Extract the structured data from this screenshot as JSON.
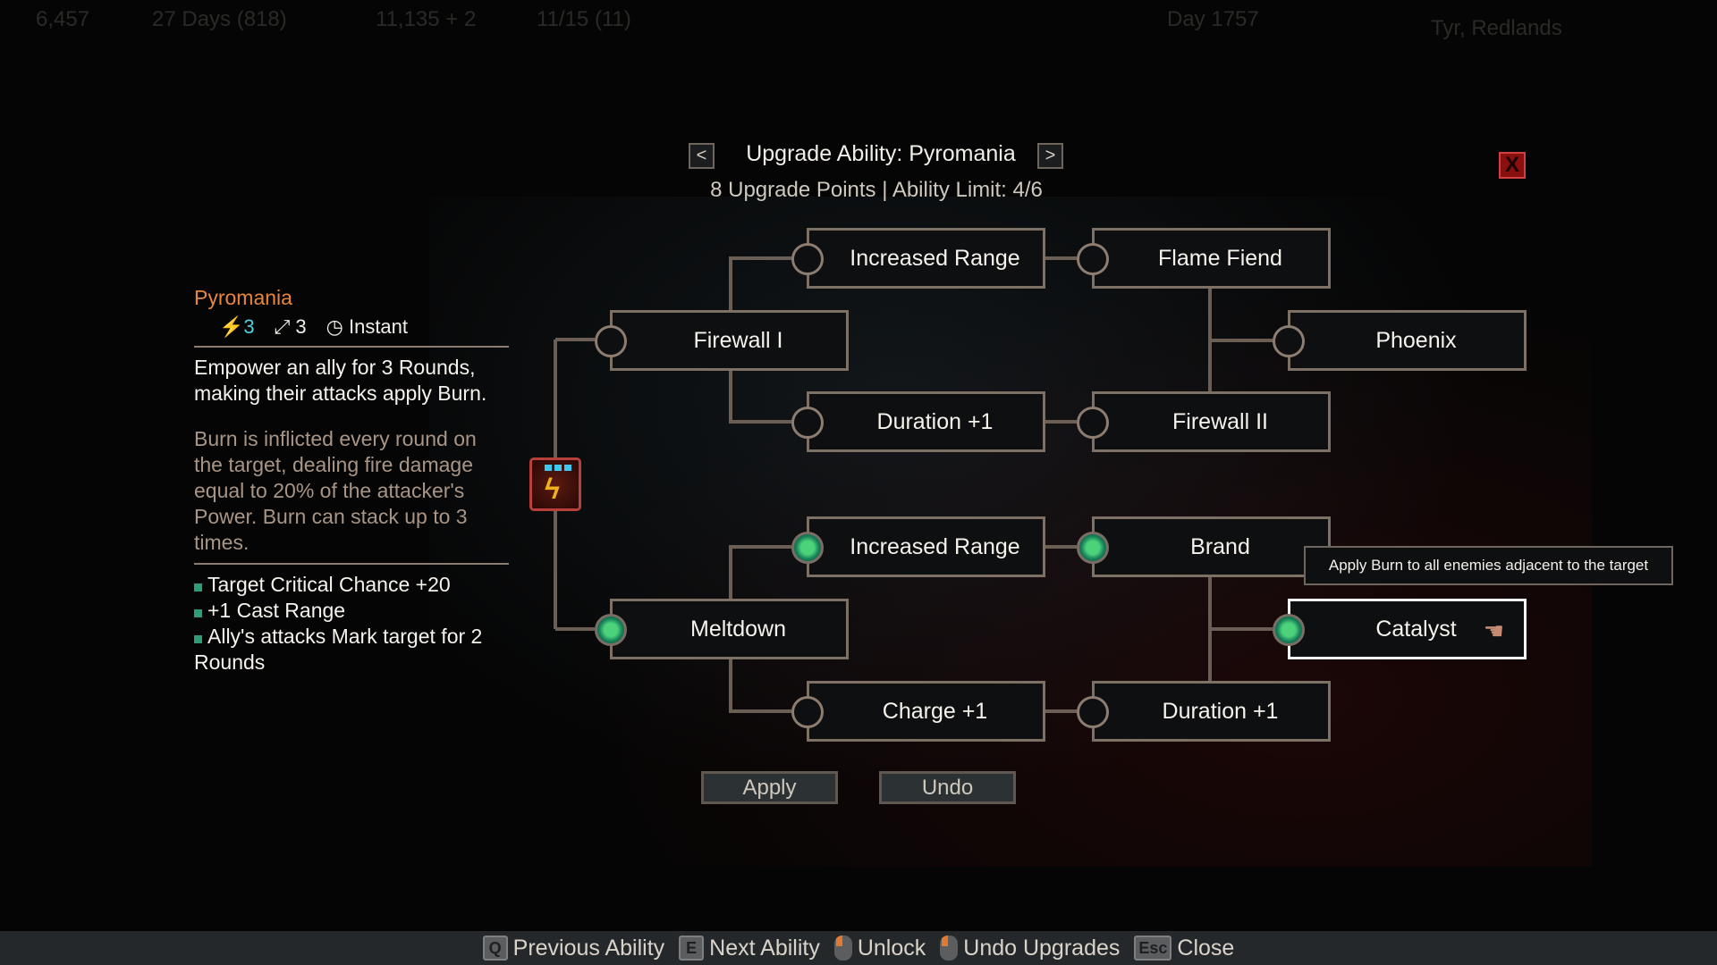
{
  "hud": {
    "gold": "6,457",
    "days": "27 Days (818)",
    "renown": "11,135 + 2",
    "company": "11/15 (11)",
    "day": "Day 1757",
    "location": "Tyr, Redlands"
  },
  "dialog": {
    "title": "Upgrade Ability: Pyromania",
    "prev_arrow": "<",
    "next_arrow": ">",
    "upgrade_points": "8 Upgrade Points",
    "separator": "|",
    "ability_limit": "Ability Limit: 4/6",
    "close_label": "X"
  },
  "ability": {
    "name": "Pyromania",
    "cost": "3",
    "range": "3",
    "speed": "Instant",
    "description": "Empower an ally for 3 Rounds, making their attacks apply Burn.",
    "lore": "Burn is inflicted every round on the target, dealing fire damage equal to 20% of the attacker's Power. Burn can stack up to 3 times.",
    "bullets": [
      "Target Critical Chance +20",
      "+1 Cast Range",
      "Ally's attacks Mark target for 2 Rounds"
    ]
  },
  "tree": {
    "nodes": [
      {
        "id": "increased-range-1",
        "label": "Increased Range",
        "unlocked": false
      },
      {
        "id": "flame-fiend",
        "label": "Flame Fiend",
        "unlocked": false
      },
      {
        "id": "firewall-1",
        "label": "Firewall I",
        "unlocked": false
      },
      {
        "id": "phoenix",
        "label": "Phoenix",
        "unlocked": false
      },
      {
        "id": "duration-1",
        "label": "Duration +1",
        "unlocked": false
      },
      {
        "id": "firewall-2",
        "label": "Firewall II",
        "unlocked": false
      },
      {
        "id": "increased-range-2",
        "label": "Increased Range",
        "unlocked": true
      },
      {
        "id": "brand",
        "label": "Brand",
        "unlocked": true
      },
      {
        "id": "meltdown",
        "label": "Meltdown",
        "unlocked": true
      },
      {
        "id": "catalyst",
        "label": "Catalyst",
        "unlocked": true
      },
      {
        "id": "charge-1",
        "label": "Charge +1",
        "unlocked": false
      },
      {
        "id": "duration-2",
        "label": "Duration +1",
        "unlocked": false
      }
    ]
  },
  "tooltip": "Apply Burn to all enemies adjacent to the target",
  "buttons": {
    "apply": "Apply",
    "undo": "Undo"
  },
  "bottom_bar": [
    {
      "key": "Q",
      "label": "Previous Ability"
    },
    {
      "key": "E",
      "label": "Next Ability"
    },
    {
      "key": "mouse-left",
      "label": "Unlock"
    },
    {
      "key": "mouse-left",
      "label": "Undo Upgrades"
    },
    {
      "key": "Esc",
      "label": "Close"
    }
  ],
  "colors": {
    "accent_orange": "#e8863a",
    "unlocked_green": "#4cd27a",
    "cost_cyan": "#4fd0e0",
    "close_red": "#8a1010"
  }
}
